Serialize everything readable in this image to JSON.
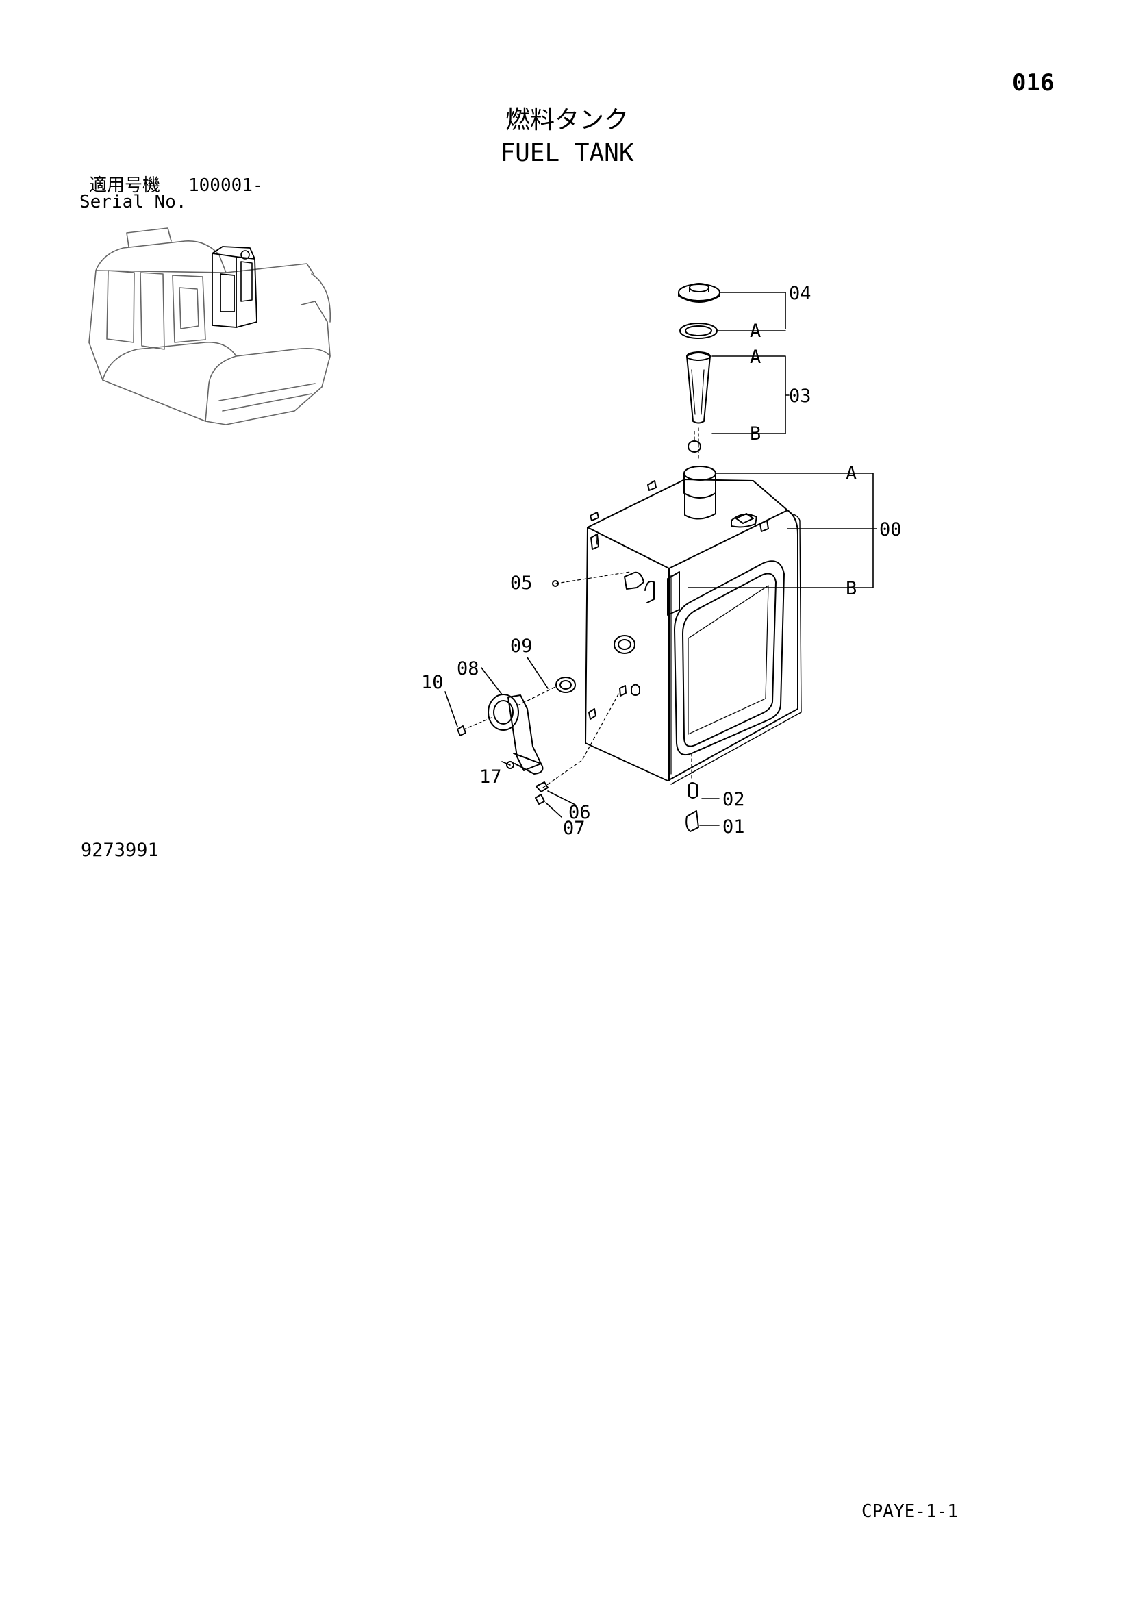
{
  "page_number": "016",
  "title_jp": "燃料タンク",
  "title_en": "FUEL TANK",
  "serial": {
    "label_jp": "適用号機",
    "value": "100001-",
    "label_en": "Serial No."
  },
  "illustration_number": "9273991",
  "page_code": "CPAYE-1-1",
  "callouts": {
    "c04": "04",
    "c03": "03",
    "c00": "00",
    "c05": "05",
    "c09": "09",
    "c08": "08",
    "c10": "10",
    "c17": "17",
    "c06": "06",
    "c07": "07",
    "c02": "02",
    "c01": "01",
    "a1": "A",
    "a2": "A",
    "a3": "A",
    "b1": "B",
    "b2": "B"
  }
}
